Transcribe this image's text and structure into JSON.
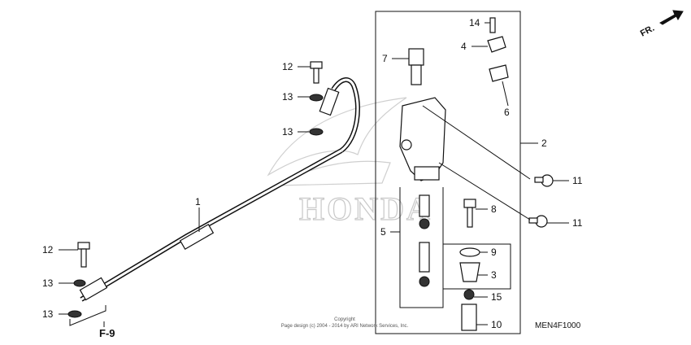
{
  "callouts": {
    "c1": "1",
    "c2": "2",
    "c3": "3",
    "c4": "4",
    "c5": "5",
    "c6": "6",
    "c7": "7",
    "c8": "8",
    "c9": "9",
    "c10": "10",
    "c11a": "11",
    "c11b": "11",
    "c12a": "12",
    "c12b": "12",
    "c13a": "13",
    "c13b": "13",
    "c13c": "13",
    "c13d": "13",
    "c14": "14",
    "c15": "15"
  },
  "reference": "F-9",
  "fr_label": "FR.",
  "diagram_code": "MEN4F1000",
  "copyright": {
    "line1": "Copyright",
    "line2": "Page design (c) 2004 - 2014 by ARI Network Services, Inc."
  },
  "watermark": "HONDA",
  "icons": [
    "front-direction-arrow-icon",
    "honda-wing-logo"
  ]
}
